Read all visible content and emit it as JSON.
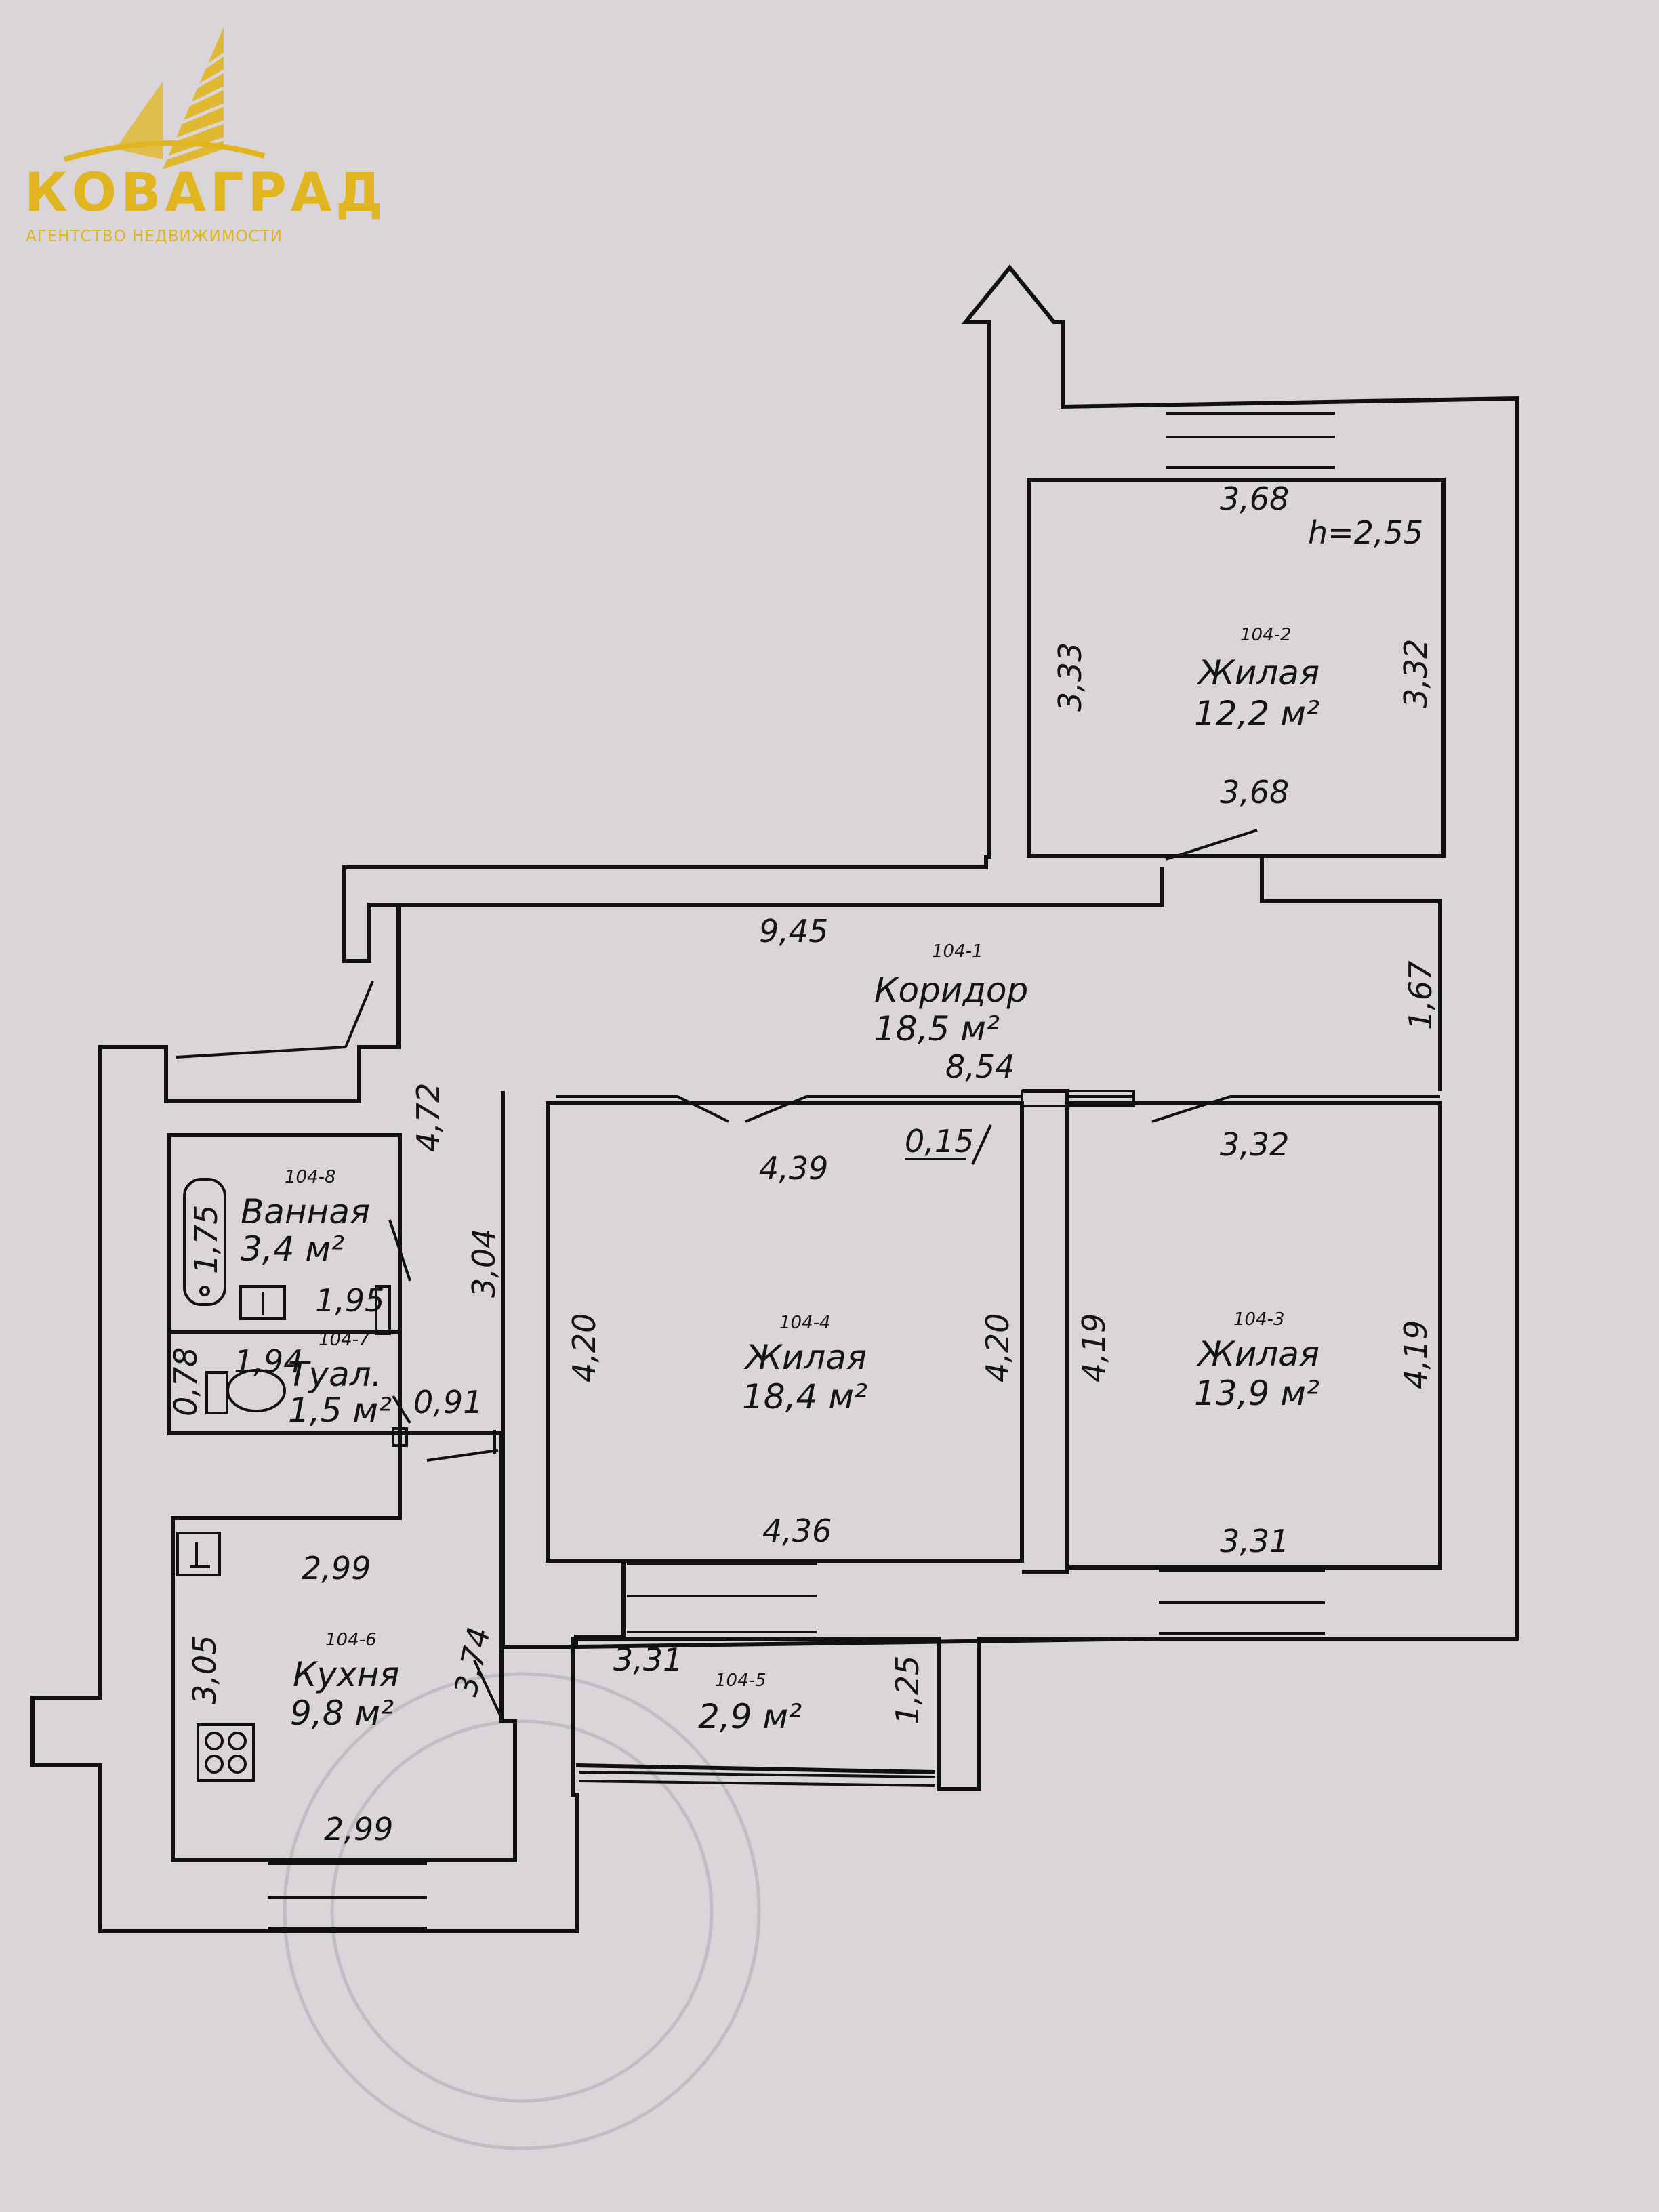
{
  "logo": {
    "name": "КОВАГРАД",
    "subtitle": "АГЕНТСТВО НЕДВИЖИМОСТИ",
    "accent": "#e0b520"
  },
  "ceiling_height": "h=2,55",
  "rooms": {
    "r1042": {
      "num": "104-2",
      "name": "Жилая",
      "area": "12,2 м²"
    },
    "r1041": {
      "num": "104-1",
      "name": "Коридор",
      "area": "18,5 м²"
    },
    "r1048": {
      "num": "104-8",
      "name": "Ванная",
      "area": "3,4 м²"
    },
    "r1047": {
      "num": "104-7",
      "name": "Туал.",
      "area": "1,5 м²"
    },
    "r1044": {
      "num": "104-4",
      "name": "Жилая",
      "area": "18,4 м²"
    },
    "r1043": {
      "num": "104-3",
      "name": "Жилая",
      "area": "13,9 м²"
    },
    "r1046": {
      "num": "104-6",
      "name": "Кухня",
      "area": "9,8 м²"
    },
    "r1045": {
      "num": "104-5",
      "name": "",
      "area": "2,9 м²"
    }
  },
  "dimensions": {
    "d368a": "3,68",
    "d333": "3,33",
    "d332": "3,32",
    "d368b": "3,68",
    "d945": "9,45",
    "d167": "1,67",
    "d854": "8,54",
    "d015": "0,15",
    "d472": "4,72",
    "d439": "4,39",
    "d332b": "3,32",
    "d304": "3,04",
    "d175": "1,75",
    "d195": "1,95",
    "d194": "1,94",
    "d078": "0,78",
    "d091": "0,91",
    "d420a": "4,20",
    "d420b": "4,20",
    "d419a": "4,19",
    "d419b": "4,19",
    "d436": "4,36",
    "d331a": "3,31",
    "d299a": "2,99",
    "d305": "3,05",
    "d374": "3,74",
    "d331b": "3,31",
    "d125": "1,25",
    "d299b": "2,99"
  }
}
